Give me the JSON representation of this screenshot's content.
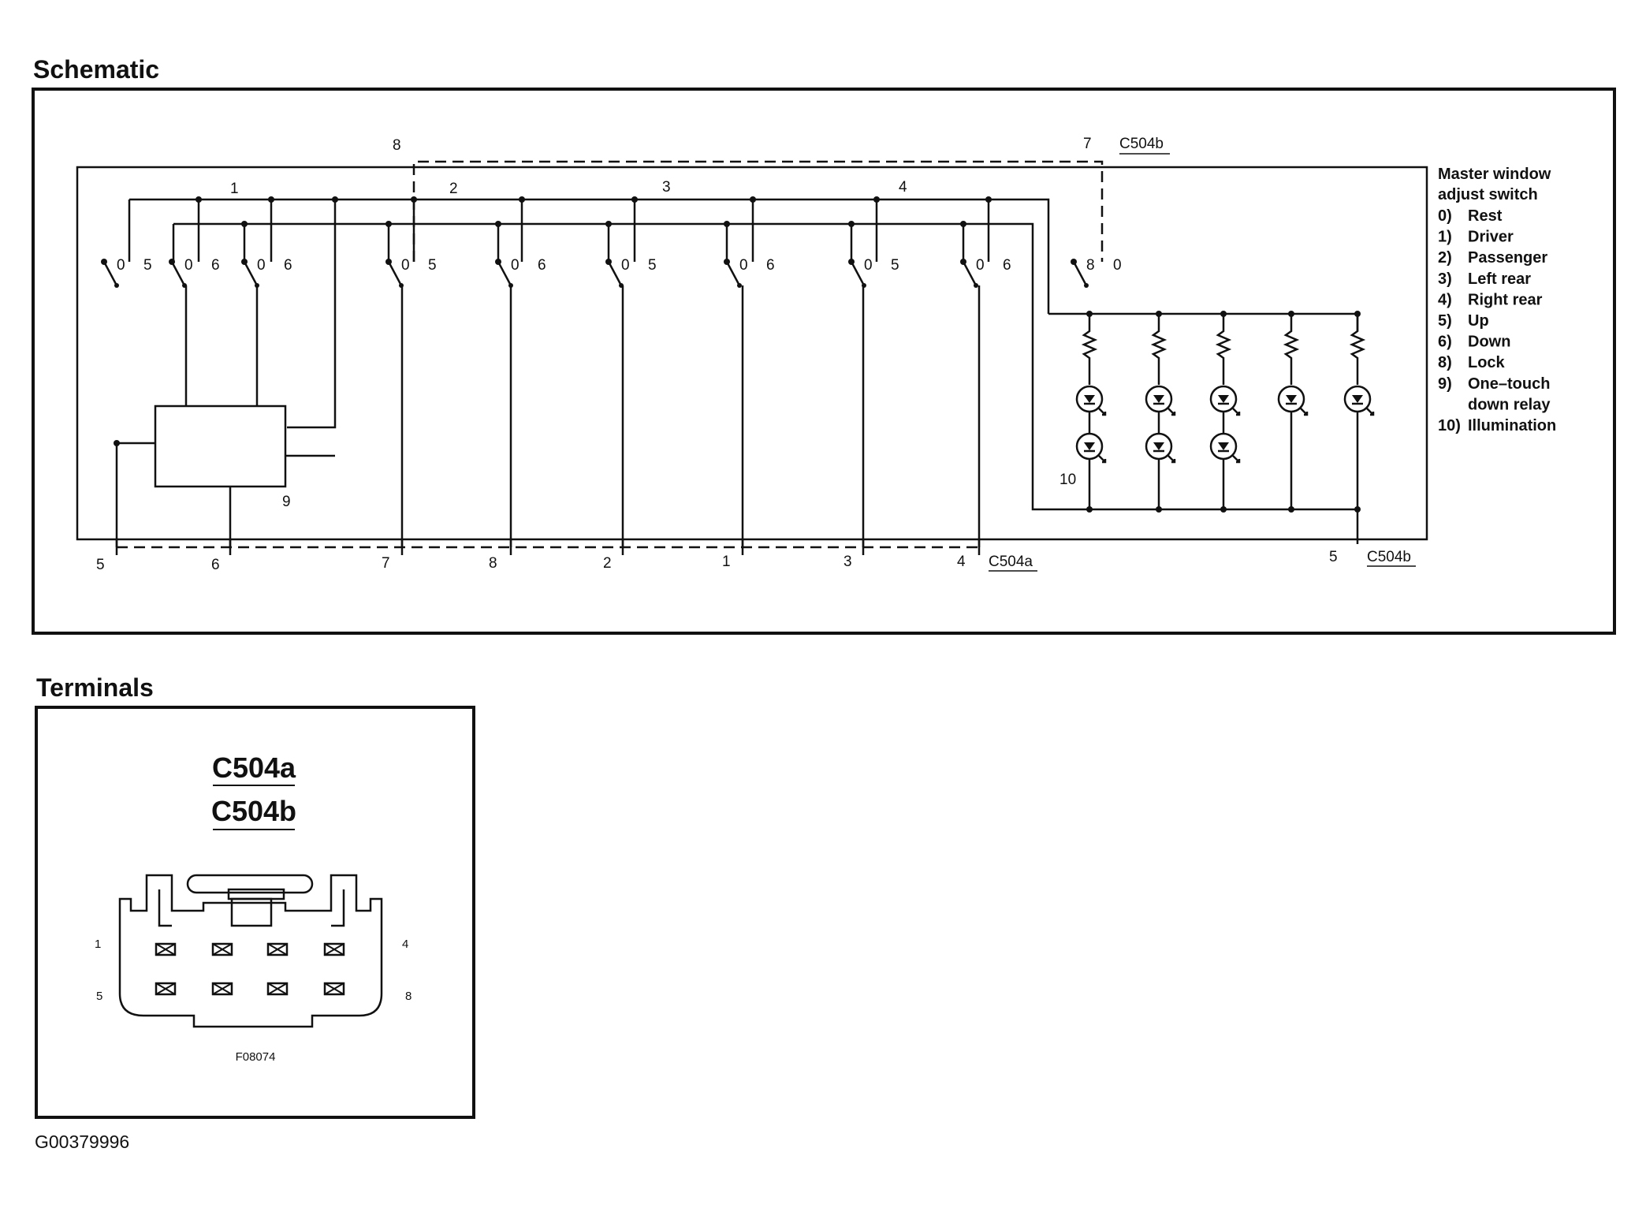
{
  "schematic": {
    "title": "Schematic",
    "legend": {
      "heading_line1": "Master window",
      "heading_line2": "adjust switch",
      "items": [
        {
          "num": "0)",
          "text": "Rest"
        },
        {
          "num": "1)",
          "text": "Driver"
        },
        {
          "num": "2)",
          "text": "Passenger"
        },
        {
          "num": "3)",
          "text": "Left rear"
        },
        {
          "num": "4)",
          "text": "Right rear"
        },
        {
          "num": "5)",
          "text": "Up"
        },
        {
          "num": "6)",
          "text": "Down"
        },
        {
          "num": "8)",
          "text": "Lock"
        },
        {
          "num": "9)",
          "text": "One–touch"
        },
        {
          "num": "",
          "text": "down relay"
        },
        {
          "num": "10)",
          "text": "Illumination"
        }
      ]
    },
    "bus_labels": [
      "1",
      "2",
      "3",
      "4"
    ],
    "top_label_8": "8",
    "top_label_7": "7",
    "top_connector": "C504b",
    "switch_contacts": [
      {
        "a": "0",
        "b": "5"
      },
      {
        "a": "0",
        "b": "6"
      },
      {
        "a": "0",
        "b": "6"
      },
      {
        "a": "0",
        "b": "5"
      },
      {
        "a": "0",
        "b": "6"
      },
      {
        "a": "0",
        "b": "5"
      },
      {
        "a": "0",
        "b": "6"
      },
      {
        "a": "0",
        "b": "5"
      },
      {
        "a": "0",
        "b": "6"
      },
      {
        "a": "8",
        "b": "0"
      }
    ],
    "relay_label": "9",
    "illumination_label": "10",
    "bottom_pins": [
      "5",
      "6",
      "7",
      "8",
      "2",
      "1",
      "3",
      "4"
    ],
    "bottom_connector_a": "C504a",
    "bottom_pin_b": "5",
    "bottom_connector_b": "C504b"
  },
  "terminals": {
    "title": "Terminals",
    "connector_a": "C504a",
    "connector_b": "C504b",
    "pin_top_left": "1",
    "pin_top_right": "4",
    "pin_bottom_left": "5",
    "pin_bottom_right": "8",
    "figure_code": "F08074"
  },
  "image_code": "G00379996"
}
